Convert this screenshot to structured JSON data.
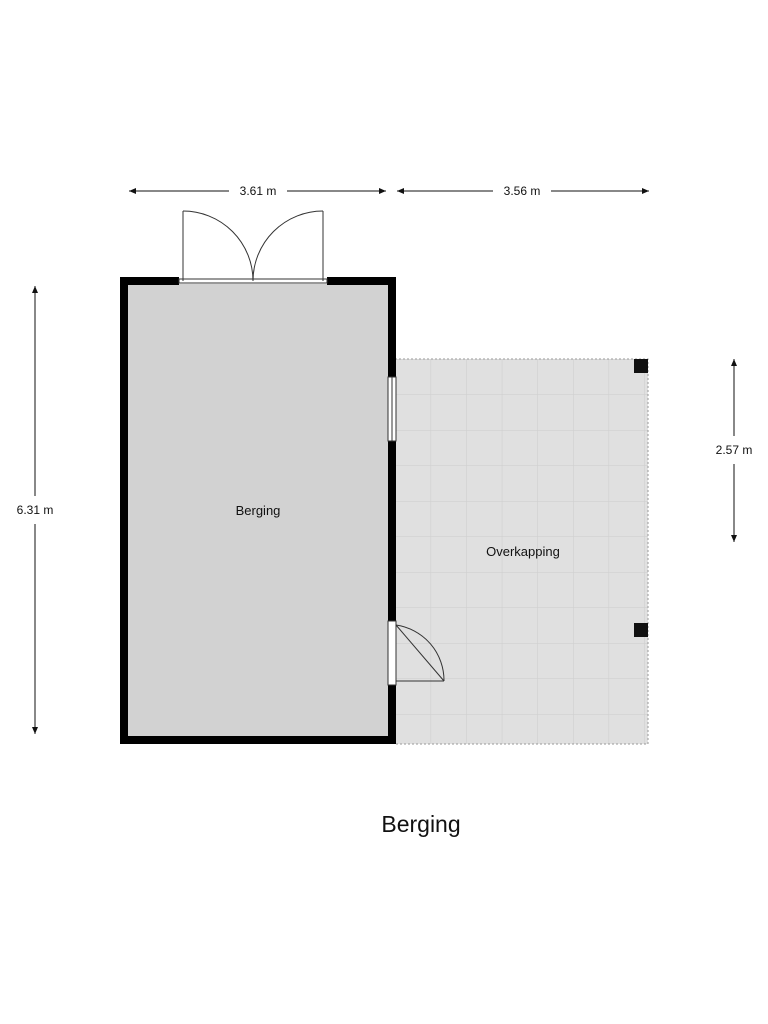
{
  "plan": {
    "title": "Berging",
    "rooms": {
      "berging": "Berging",
      "overkapping": "Overkapping"
    },
    "dimensions": {
      "top_left": "3.61 m",
      "top_right": "3.56 m",
      "left_height": "6.31 m",
      "right_height": "2.57 m"
    }
  },
  "colors": {
    "wall": "#000000",
    "room_fill": "#d2d2d2",
    "terrace_fill": "#e0e0e0",
    "tile_line": "#cfcfcf",
    "dimension_line": "#111111"
  }
}
